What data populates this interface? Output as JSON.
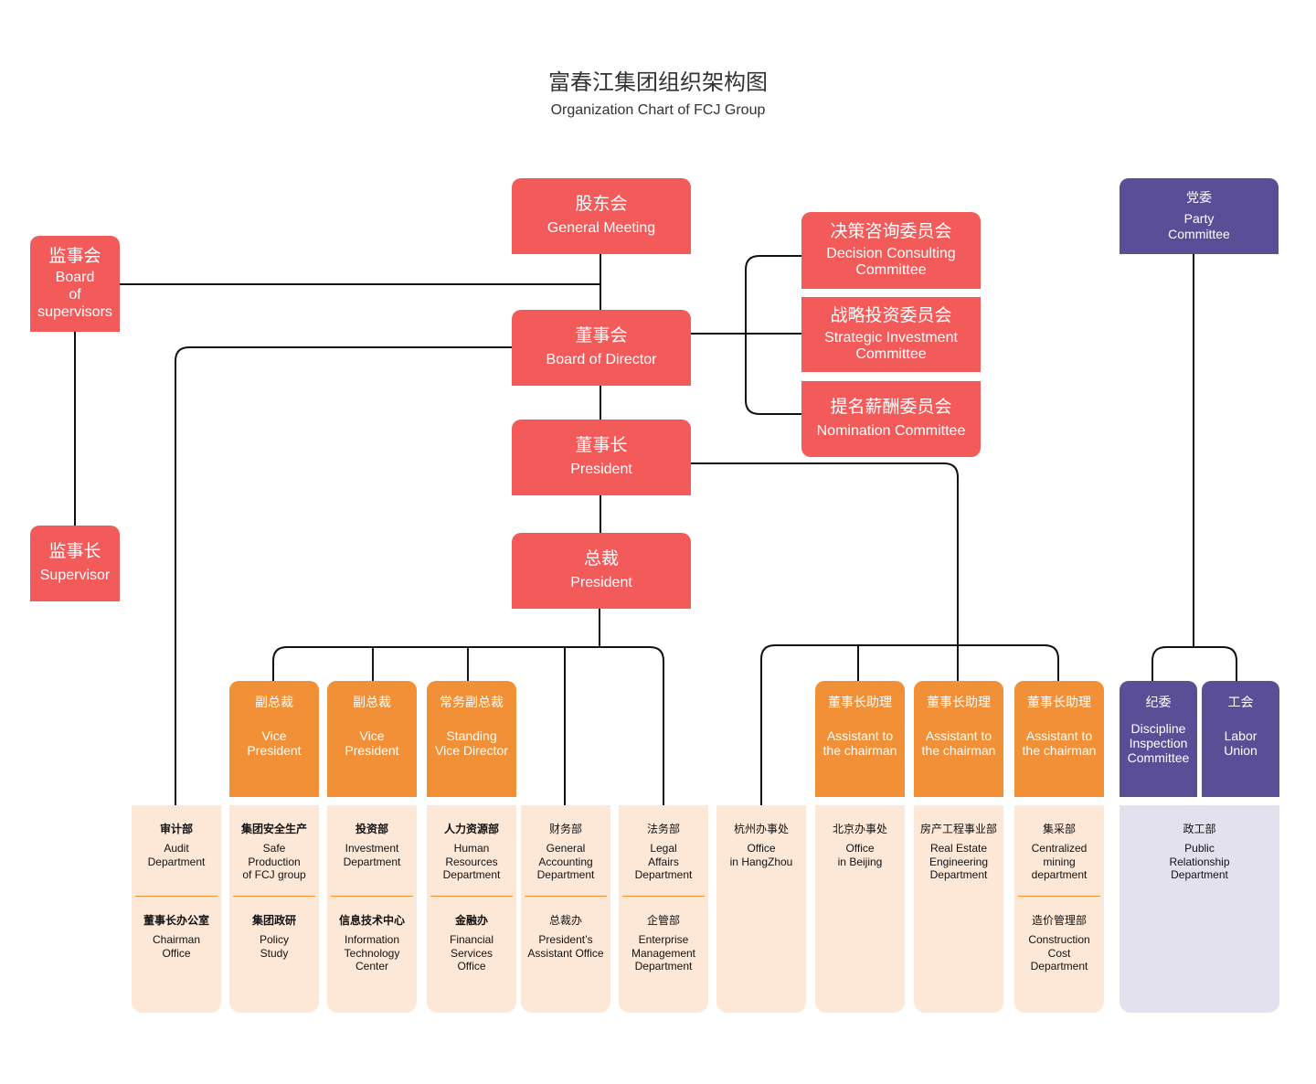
{
  "title": {
    "zh": "富春江集团组织架构图",
    "en": "Organization Chart of FCJ Group"
  },
  "top": {
    "general_meeting": {
      "zh": "股东会",
      "en": "General Meeting"
    },
    "board_of_supervisors": {
      "zh": "监事会",
      "en": "Board\nof\nsupervisors"
    },
    "supervisor": {
      "zh": "监事长",
      "en": "Supervisor"
    },
    "board_of_director": {
      "zh": "董事会",
      "en": "Board of Director"
    },
    "chairman": {
      "zh": "董事长",
      "en": "President"
    },
    "president": {
      "zh": "总裁",
      "en": "President"
    },
    "decision_committee": {
      "zh": "决策咨询委员会",
      "en": "Decision Consulting\nCommittee"
    },
    "strategic_committee": {
      "zh": "战略投资委员会",
      "en": "Strategic Investment\nCommittee"
    },
    "nomination_committee": {
      "zh": "提名薪酬委员会",
      "en": "Nomination Committee"
    },
    "party_committee": {
      "zh": "党委",
      "en": "Party\nCommittee"
    }
  },
  "executives": [
    {
      "zh": "副总裁",
      "en": "Vice\nPresident"
    },
    {
      "zh": "副总裁",
      "en": "Vice\nPresident"
    },
    {
      "zh": "常务副总裁",
      "en": "Standing\nVice Director"
    },
    {
      "zh": "董事长助理",
      "en": "Assistant to\nthe chairman"
    },
    {
      "zh": "董事长助理",
      "en": "Assistant to\nthe chairman"
    },
    {
      "zh": "董事长助理",
      "en": "Assistant to\nthe chairman"
    }
  ],
  "party_units": [
    {
      "zh": "纪委",
      "en": "Discipline\nInspection\nCommittee"
    },
    {
      "zh": "工会",
      "en": "Labor\nUnion"
    }
  ],
  "departments": [
    {
      "top": {
        "zh": "审计部",
        "en": "Audit\nDepartment"
      },
      "bottom": {
        "zh": "董事长办公室",
        "en": "Chairman\nOffice"
      }
    },
    {
      "top": {
        "zh": "集团安全生产",
        "en": "Safe\nProduction\nof FCJ group"
      },
      "bottom": {
        "zh": "集团政研",
        "en": "Policy\nStudy"
      }
    },
    {
      "top": {
        "zh": "投资部",
        "en": "Investment\nDepartment"
      },
      "bottom": {
        "zh": "信息技术中心",
        "en": "Information\nTechnology\nCenter"
      }
    },
    {
      "top": {
        "zh": "人力资源部",
        "en": "Human\nResources\nDepartment"
      },
      "bottom": {
        "zh": "金融办",
        "en": "Financial\nServices\nOffice"
      }
    },
    {
      "top": {
        "zh": "财务部",
        "en": "General\nAccounting\nDepartment"
      },
      "bottom": {
        "zh": "总裁办",
        "en": "President’s\nAssistant Office"
      }
    },
    {
      "top": {
        "zh": "法务部",
        "en": "Legal\nAffairs\nDepartment"
      },
      "bottom": {
        "zh": "企管部",
        "en": "Enterprise\nManagement\nDepartment"
      }
    },
    {
      "top": {
        "zh": "杭州办事处",
        "en": "Office\nin HangZhou"
      }
    },
    {
      "top": {
        "zh": "北京办事处",
        "en": "Office\nin Beijing"
      }
    },
    {
      "top": {
        "zh": "房产工程事业部",
        "en": "Real Estate\nEngineering\nDepartment"
      }
    },
    {
      "top": {
        "zh": "集采部",
        "en": "Centralized\nmining\ndepartment"
      },
      "bottom": {
        "zh": "造价管理部",
        "en": "Construction\nCost\nDepartment"
      }
    },
    {
      "top": {
        "zh": "政工部",
        "en": "Public\nRelationship\nDepartment"
      }
    }
  ],
  "colors": {
    "red": "#f35b5b",
    "orange": "#f29037",
    "purple": "#5a4e96",
    "peach": "#fde8d8",
    "lavender": "#e4e1ef",
    "line": "#111111"
  }
}
